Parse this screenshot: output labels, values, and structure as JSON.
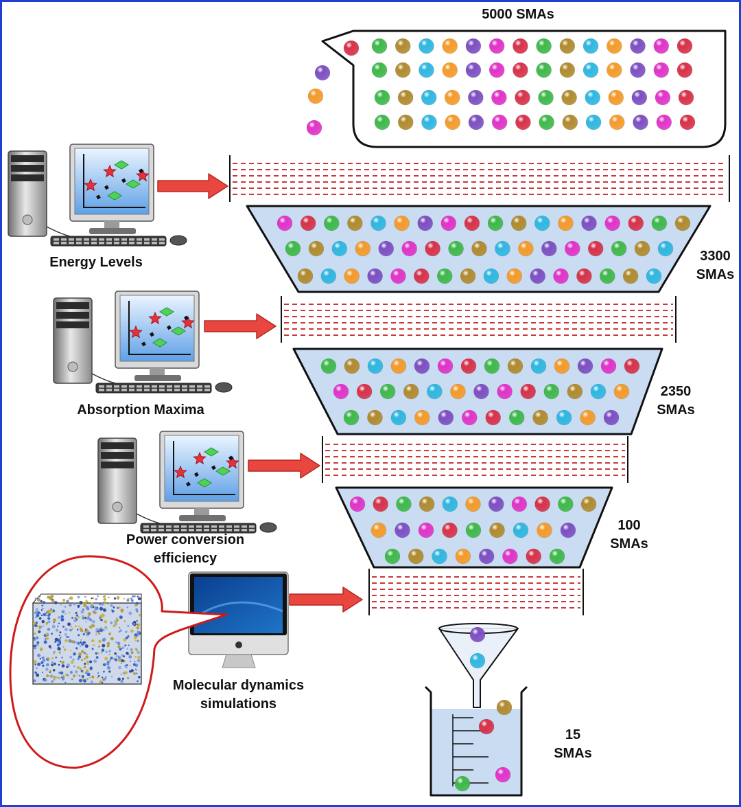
{
  "labels": {
    "top_count": "5000 SMAs",
    "stage1_count_line1": "3300",
    "stage1_count_line2": "SMAs",
    "stage2_count_line1": "2350",
    "stage2_count_line2": "SMAs",
    "stage3_count_line1": "100",
    "stage3_count_line2": "SMAs",
    "final_count_line1": "15",
    "final_count_line2": "SMAs",
    "filter1": "Energy Levels",
    "filter2": "Absorption Maxima",
    "filter3_line1": "Power conversion",
    "filter3_line2": "efficiency",
    "filter4_line1": "Molecular dynamics",
    "filter4_line2": "simulations"
  },
  "colors": {
    "frame": "#1f3fd6",
    "arrow": "#e8463f",
    "dashes": "#c8373a",
    "trough": "#c9dcf2",
    "balls": [
      "#d7324a",
      "#3fb84a",
      "#b08a2e",
      "#2fb6e0",
      "#f39a2b",
      "#7d4fc2",
      "#e033c8"
    ]
  },
  "icons": [
    "desktop-computer-icon",
    "monitor-chart-icon",
    "imac-icon",
    "beaker-icon",
    "funnel-icon",
    "simulation-cube-icon"
  ]
}
